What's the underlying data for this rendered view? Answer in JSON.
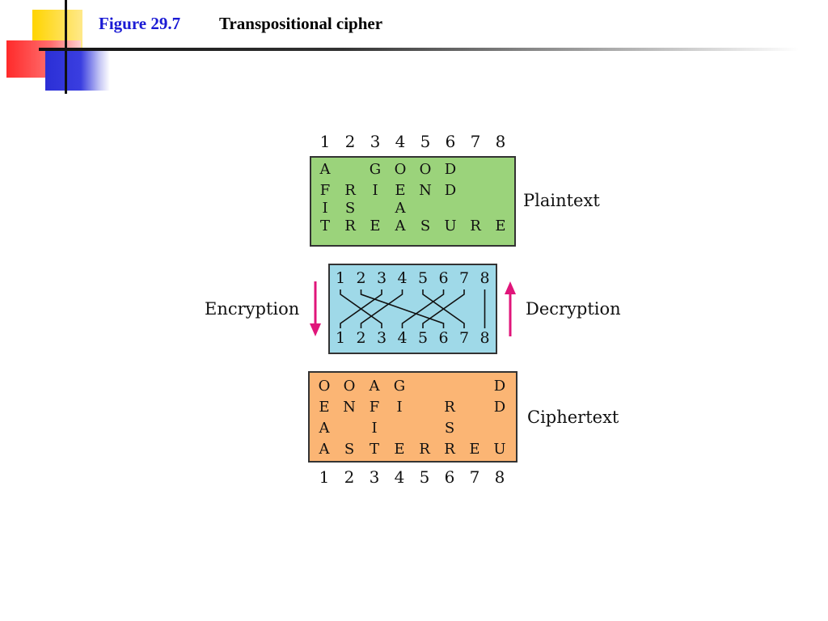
{
  "slide": {
    "figure_number": "Figure 29.7",
    "figure_title": "Transpositional cipher"
  },
  "diagram": {
    "top_numbers": [
      "1",
      "2",
      "3",
      "4",
      "5",
      "6",
      "7",
      "8"
    ],
    "plaintext_label": "Plaintext",
    "plaintext_rows": [
      [
        "A",
        "",
        "G",
        "O",
        "O",
        "D",
        "",
        ""
      ],
      [
        "F",
        "R",
        "I",
        "E",
        "N",
        "D",
        "",
        ""
      ],
      [
        "I",
        "S",
        "",
        "A",
        "",
        "",
        "",
        ""
      ],
      [
        "T",
        "R",
        "E",
        "A",
        "S",
        "U",
        "R",
        "E"
      ]
    ],
    "key_top_numbers": [
      "1",
      "2",
      "3",
      "4",
      "5",
      "6",
      "7",
      "8"
    ],
    "key_bottom_numbers": [
      "1",
      "2",
      "3",
      "4",
      "5",
      "6",
      "7",
      "8"
    ],
    "key_mapping": [
      [
        1,
        3
      ],
      [
        2,
        6
      ],
      [
        3,
        1
      ],
      [
        4,
        2
      ],
      [
        5,
        7
      ],
      [
        6,
        4
      ],
      [
        7,
        5
      ],
      [
        8,
        8
      ]
    ],
    "encryption_label": "Encryption",
    "decryption_label": "Decryption",
    "ciphertext_label": "Ciphertext",
    "ciphertext_rows": [
      [
        "O",
        "O",
        "A",
        "G",
        "",
        "",
        "",
        "D"
      ],
      [
        "E",
        "N",
        "F",
        "I",
        "",
        "R",
        "",
        "D"
      ],
      [
        "A",
        "",
        "I",
        "",
        "",
        "S",
        "",
        ""
      ],
      [
        "A",
        "S",
        "T",
        "E",
        "R",
        "R",
        "E",
        "U"
      ]
    ],
    "bottom_numbers": [
      "1",
      "2",
      "3",
      "4",
      "5",
      "6",
      "7",
      "8"
    ],
    "colors": {
      "plaintext_fill": "#9bd37b",
      "key_fill": "#9fd9e8",
      "ciphertext_fill": "#fbb574",
      "arrow": "#e0157a",
      "title_number": "#1a1ad4"
    }
  }
}
